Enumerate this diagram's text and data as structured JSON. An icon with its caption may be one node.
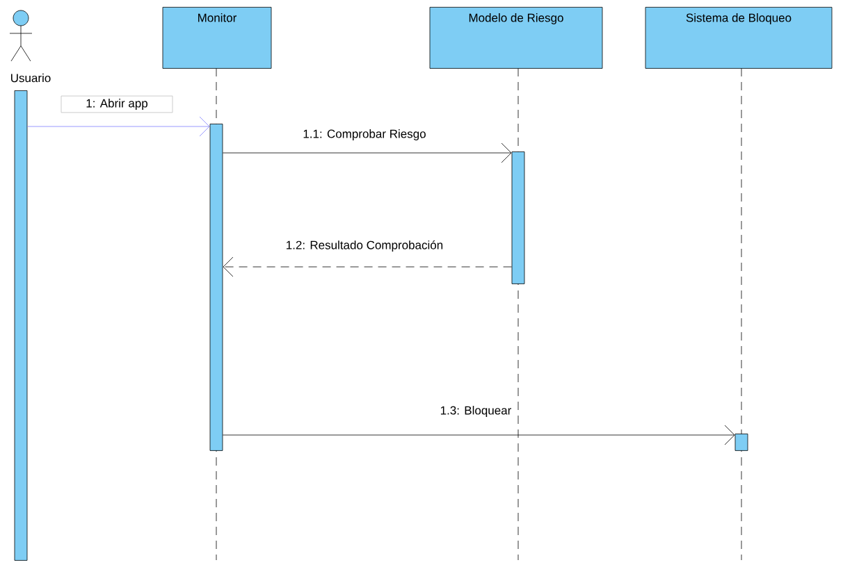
{
  "diagram": {
    "nodes": [
      {
        "text": [
          "Usuario"
        ]
      },
      {
        "text": [
          "Monitor"
        ]
      },
      {
        "text": [
          "Modelo de Riesgo"
        ]
      },
      {
        "text": [
          "Sistema de Bloqueo"
        ]
      },
      {
        "text": [],
        "shape": "bar"
      },
      {
        "text": [],
        "shape": "bar"
      },
      {
        "text": [],
        "shape": "bar"
      },
      {
        "text": [],
        "shape": "bar"
      }
    ],
    "edges": [
      {
        "from": 4,
        "to": 5,
        "arrow": "to",
        "label": "1: Abrir app",
        "color": "#8080ff"
      },
      {
        "from": 5,
        "to": 6,
        "arrow": "to",
        "label": "1.1: Comprobar Riesgo"
      },
      {
        "from": 6,
        "to": 5,
        "arrow": "to",
        "label": "1.2: Resultado Comprobación",
        "style": "dashed"
      },
      {
        "from": 5,
        "to": 7,
        "arrow": "to",
        "label": "1.3: Bloquear"
      }
    ]
  }
}
